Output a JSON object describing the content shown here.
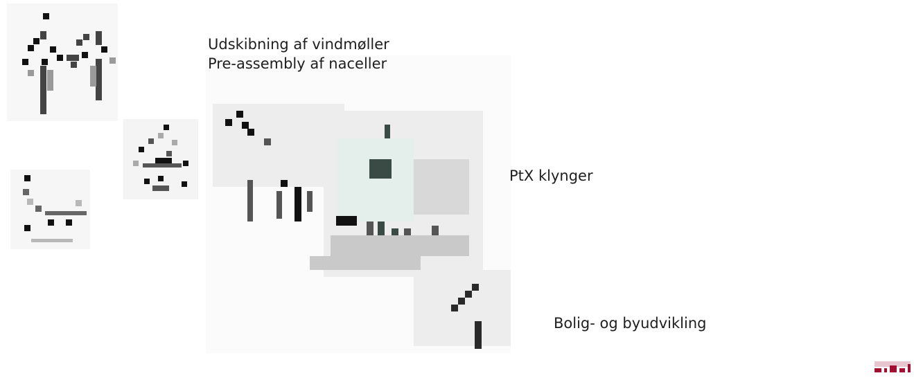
{
  "labels": {
    "shipping_line1": "Udskibning af vindmøller",
    "shipping_line2": "Pre-assembly af naceller",
    "ptx": "PtX klynger",
    "housing": "Bolig- og byudvikling"
  },
  "icons": {
    "turbine": "wind-turbine-icon",
    "ship": "ship-icon",
    "factory": "factory-icon",
    "map": "harbor-map",
    "house": "housing-icon",
    "logo": "company-logo"
  },
  "colors": {
    "background": "#ffffff",
    "text": "#1e1e1e",
    "logo_accent": "#a3102f"
  }
}
